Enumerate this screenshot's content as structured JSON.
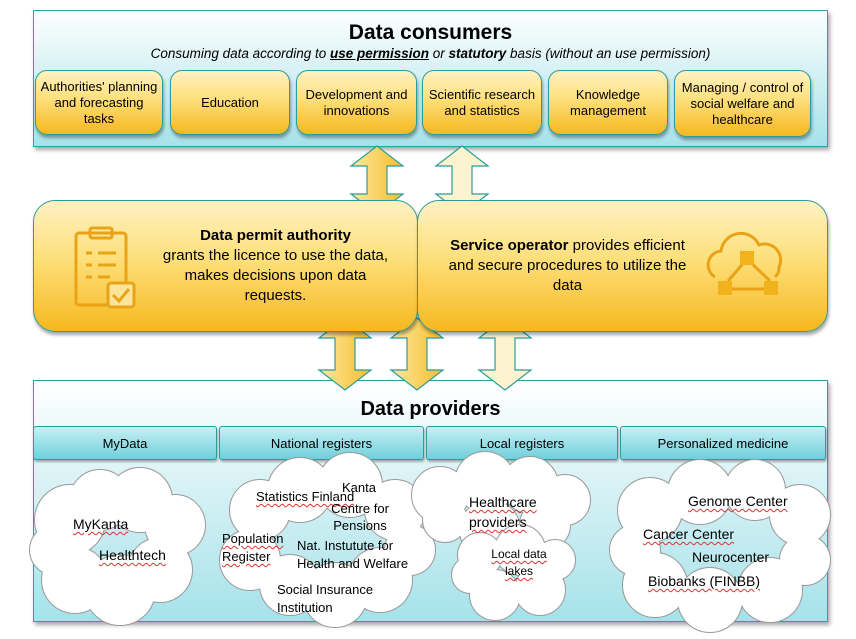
{
  "consumers": {
    "title": "Data consumers",
    "subtitle": {
      "p1": "Consuming data according to ",
      "b1": "use permission",
      "p2": " or ",
      "b2": "statutory",
      "p3": " basis (without an use permission)"
    },
    "items": [
      "Authorities' planning and forecasting tasks",
      "Education",
      "Development and innovations",
      "Scientific research and statistics",
      "Knowledge management",
      "Managing / control of social welfare and healthcare"
    ]
  },
  "permit_authority": {
    "title": "Data permit authority",
    "text": "grants the licence to use the data, makes decisions upon data requests.",
    "icon": "clipboard-checklist-icon"
  },
  "service_operator": {
    "title": "Service operator",
    "text": " provides efficient and secure procedures to utilize the data",
    "icon": "cloud-network-icon"
  },
  "providers": {
    "title": "Data providers",
    "categories": [
      "MyData",
      "National registers",
      "Local registers",
      "Personalized medicine"
    ],
    "mydata": [
      "MyKanta",
      "Healthtech"
    ],
    "national": [
      "Statistics Finland",
      "Kanta",
      "Centre for Pensions",
      "Population Register",
      "Nat. Instutute for Health and Welfare",
      "Social Insurance Institution"
    ],
    "local": [
      "Healthcare providers",
      "Local data lakes"
    ],
    "personalized": [
      "Genome Center",
      "Cancer Center",
      "Neurocenter",
      "Biobanks (FINBB)"
    ]
  },
  "colors": {
    "yellow": "#f6b81f",
    "teal": "#2aa3a3",
    "cream": "#fdf3cf"
  }
}
